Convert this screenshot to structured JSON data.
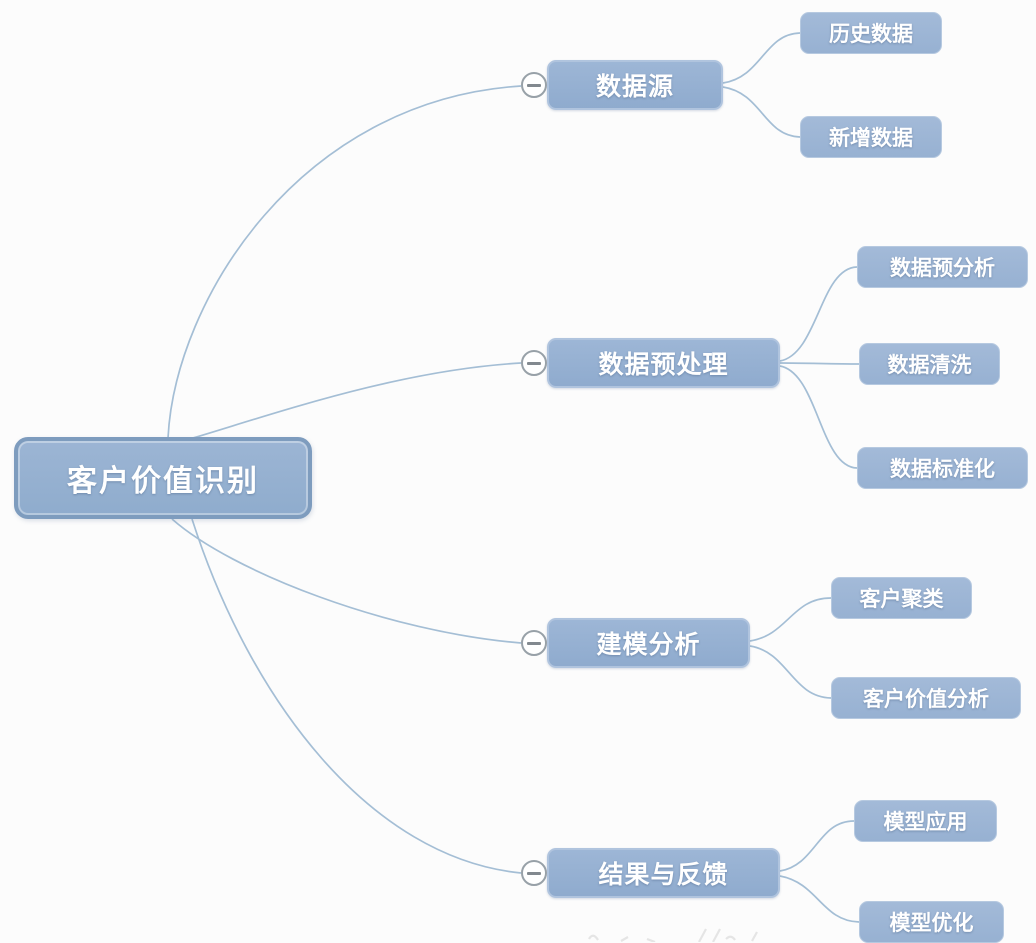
{
  "diagram": {
    "type": "mindmap",
    "root": {
      "label": "客户价值识别"
    },
    "branches": [
      {
        "label": "数据源",
        "collapse_icon": "minus-circle",
        "children": [
          {
            "label": "历史数据"
          },
          {
            "label": "新增数据"
          }
        ]
      },
      {
        "label": "数据预处理",
        "collapse_icon": "minus-circle",
        "children": [
          {
            "label": "数据预分析"
          },
          {
            "label": "数据清洗"
          },
          {
            "label": "数据标准化"
          }
        ]
      },
      {
        "label": "建模分析",
        "collapse_icon": "minus-circle",
        "children": [
          {
            "label": "客户聚类"
          },
          {
            "label": "客户价值分析"
          }
        ]
      },
      {
        "label": "结果与反馈",
        "collapse_icon": "minus-circle",
        "children": [
          {
            "label": "模型应用"
          },
          {
            "label": "模型优化"
          }
        ]
      }
    ],
    "colors": {
      "node_fill": "#92aed0",
      "node_fill_light": "#9db6d6",
      "root_border": "#7e9cbe",
      "branch_border": "#b0c4de",
      "edge_line": "#a4bed5",
      "node_text": "#ffffff",
      "toggle_border": "#98a1a8",
      "background": "#fcfcfc"
    }
  }
}
